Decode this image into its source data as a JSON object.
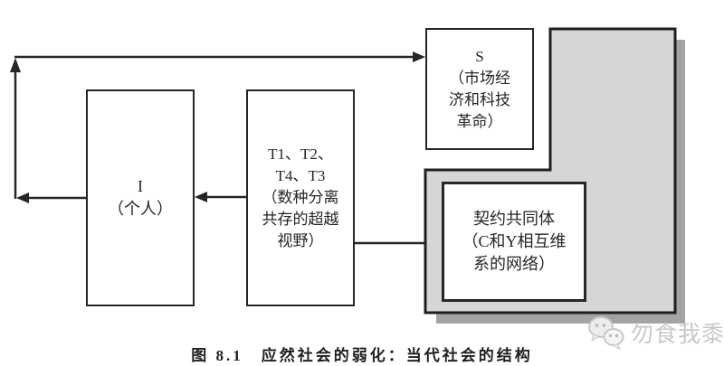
{
  "figure": {
    "caption": "图 8.1　应然社会的弱化：当代社会的结构"
  },
  "boxes": {
    "individual": {
      "label": "I",
      "lines": [
        "I",
        "（个人）"
      ]
    },
    "transcendent": {
      "label": "T",
      "lines": [
        "T1、T2、",
        "T4、T3",
        "（数种分离",
        "共存的超越",
        "视野）"
      ]
    },
    "market": {
      "label": "S",
      "lines": [
        "S",
        "（市场经",
        "济和科技",
        "革命）"
      ]
    },
    "contract": {
      "label": "契约共同体",
      "lines": [
        "契约共同体",
        "（C和Y相互维",
        "系的网络）"
      ]
    }
  },
  "relations": [
    {
      "from": "I（个人）",
      "to": "S（市场经济和科技革命）",
      "style": "arrow, routed left then up then right"
    },
    {
      "from": "T1、T2、T4、T3（数种分离共存的超越视野）",
      "to": "I（个人）",
      "style": "arrow, leftward"
    },
    {
      "from": "T1、T2、T4、T3（数种分离共存的超越视野）",
      "to": "契约共同体区域",
      "style": "plain line, rightward"
    }
  ],
  "watermark": {
    "text": "勿食我黍",
    "icon": "wechat-chat-bubbles-icon"
  },
  "colors": {
    "background": "#ffffff",
    "line": "#262626",
    "panel_fill": "#d6d6d8",
    "panel_shadow": "#a3a3a5",
    "watermark_text": "#c8c8ca"
  }
}
